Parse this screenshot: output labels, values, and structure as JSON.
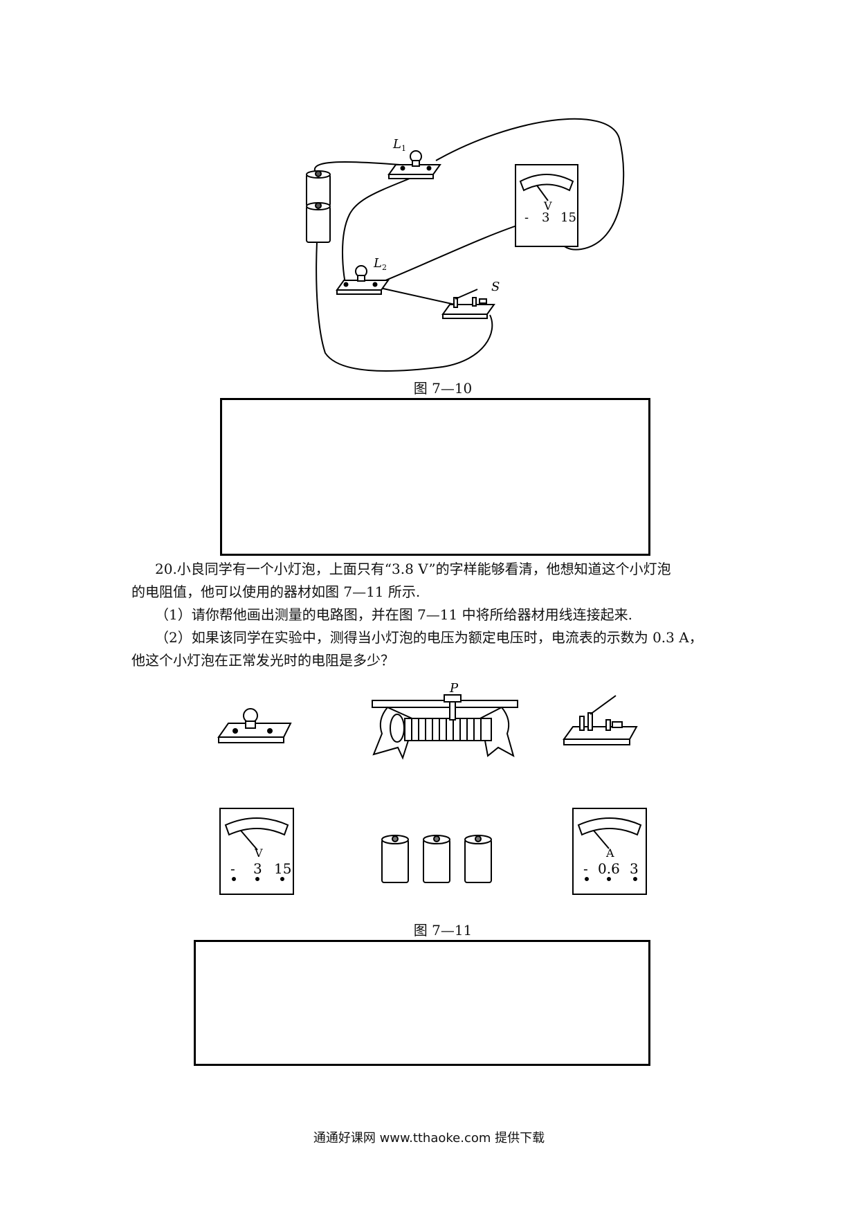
{
  "figure_1": {
    "caption": "图 7—10",
    "labels": {
      "l1": "L",
      "l1_sub": "1",
      "l2": "L",
      "l2_sub": "2",
      "switch": "S"
    },
    "voltmeter": {
      "unit": "V",
      "minus": "-",
      "t3": "3",
      "t15": "15"
    }
  },
  "question": {
    "line1": "20.小良同学有一个小灯泡，上面只有“3.8 V”的字样能够看清，他想知道这个小灯泡",
    "line2": "的电阻值，他可以使用的器材如图 7—11 所示.",
    "line3": "（1）请你帮他画出测量的电路图，并在图 7—11 中将所给器材用线连接起来.",
    "line4": "（2）如果该同学在实验中，测得当小灯泡的电压为额定电压时，电流表的示数为 0.3 A，",
    "line5": "他这个小灯泡在正常发光时的电阻是多少？"
  },
  "figure_2": {
    "caption": "图 7—11",
    "rheostat_label": "P",
    "voltmeter": {
      "unit": "V",
      "minus": "-",
      "t3": "3",
      "t15": "15"
    },
    "ammeter": {
      "unit": "A",
      "minus": "-",
      "t06": "0.6",
      "t3": "3"
    }
  },
  "footer": {
    "text": "通通好课网  www.tthaoke.com  提供下载"
  }
}
